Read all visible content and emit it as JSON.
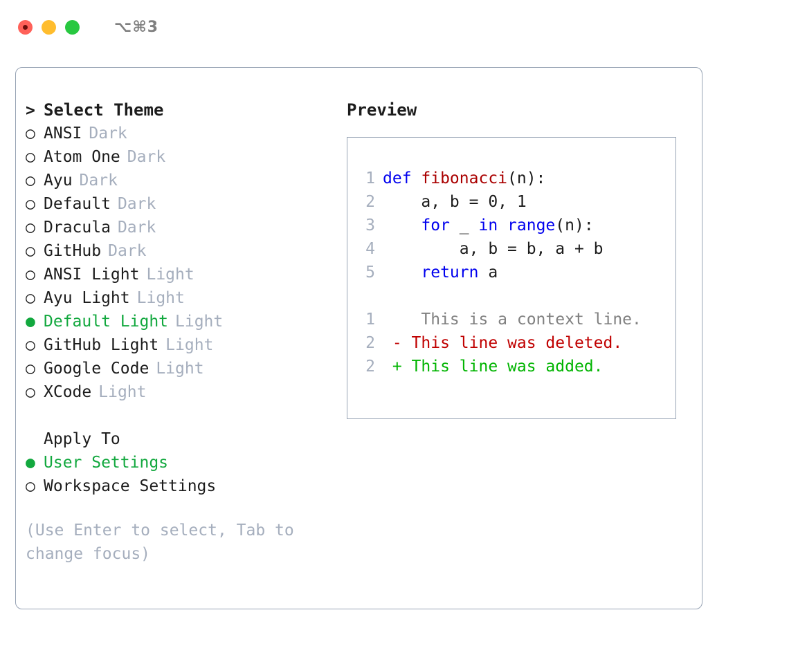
{
  "titlebar": {
    "shortcut": "⌥⌘3",
    "buttons": [
      {
        "name": "close",
        "color": "#ff6159"
      },
      {
        "name": "minimize",
        "color": "#ffbd2e"
      },
      {
        "name": "zoom",
        "color": "#28c840"
      }
    ]
  },
  "colors": {
    "accent_green": "#12a83e",
    "muted": "#a5aebd",
    "border": "#97a3b4",
    "text": "#1c1c1c",
    "keyword_blue": "#0000ee",
    "function_red": "#aa0000",
    "diff_removed": "#c00000",
    "diff_added": "#00b400"
  },
  "theme_panel": {
    "title": "Select Theme",
    "title_prefix": ">",
    "bullet_off": "○",
    "bullet_on": "●",
    "items": [
      {
        "label": "ANSI",
        "variant": "Dark",
        "selected": false
      },
      {
        "label": "Atom One",
        "variant": "Dark",
        "selected": false
      },
      {
        "label": "Ayu",
        "variant": "Dark",
        "selected": false
      },
      {
        "label": "Default",
        "variant": "Dark",
        "selected": false
      },
      {
        "label": "Dracula",
        "variant": "Dark",
        "selected": false
      },
      {
        "label": "GitHub",
        "variant": "Dark",
        "selected": false
      },
      {
        "label": "ANSI Light",
        "variant": "Light",
        "selected": false
      },
      {
        "label": "Ayu Light",
        "variant": "Light",
        "selected": false
      },
      {
        "label": "Default Light",
        "variant": "Light",
        "selected": true
      },
      {
        "label": "GitHub Light",
        "variant": "Light",
        "selected": false
      },
      {
        "label": "Google Code",
        "variant": "Light",
        "selected": false
      },
      {
        "label": "XCode",
        "variant": "Light",
        "selected": false
      }
    ]
  },
  "apply_panel": {
    "title": "Apply To",
    "items": [
      {
        "label": "User Settings",
        "selected": true
      },
      {
        "label": "Workspace Settings",
        "selected": false
      }
    ]
  },
  "hint": "(Use Enter to select, Tab to change focus)",
  "preview": {
    "title": "Preview",
    "code_lines": [
      {
        "num": "1",
        "tokens": [
          {
            "t": "def ",
            "c": "kw"
          },
          {
            "t": "fibonacci",
            "c": "fn"
          },
          {
            "t": "(n):",
            "c": "pl"
          }
        ]
      },
      {
        "num": "2",
        "tokens": [
          {
            "t": "    a, b = 0, 1",
            "c": "pl"
          }
        ]
      },
      {
        "num": "3",
        "tokens": [
          {
            "t": "    ",
            "c": "pl"
          },
          {
            "t": "for",
            "c": "kw"
          },
          {
            "t": " _ ",
            "c": "pl"
          },
          {
            "t": "in",
            "c": "kw"
          },
          {
            "t": " ",
            "c": "pl"
          },
          {
            "t": "range",
            "c": "kw"
          },
          {
            "t": "(n):",
            "c": "pl"
          }
        ]
      },
      {
        "num": "4",
        "tokens": [
          {
            "t": "        a, b = b, a + b",
            "c": "pl"
          }
        ]
      },
      {
        "num": "5",
        "tokens": [
          {
            "t": "    ",
            "c": "pl"
          },
          {
            "t": "return",
            "c": "kw"
          },
          {
            "t": " a",
            "c": "pl"
          }
        ]
      }
    ],
    "diff_lines": [
      {
        "num": "1",
        "sign": " ",
        "text": "  This is a context line.",
        "kind": "ctx"
      },
      {
        "num": "2",
        "sign": "-",
        "text": " This line was deleted.",
        "kind": "del"
      },
      {
        "num": "2",
        "sign": "+",
        "text": " This line was added.",
        "kind": "add"
      }
    ]
  }
}
